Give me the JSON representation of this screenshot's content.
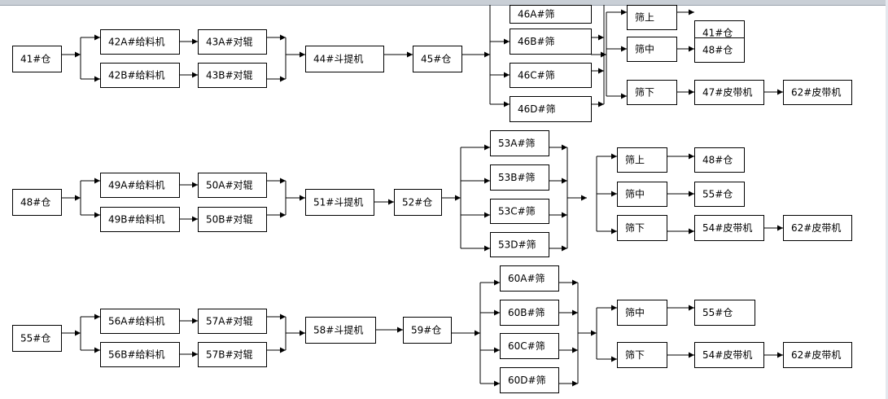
{
  "diagram": {
    "line_color": "#000000",
    "box_fill": "#ffffff",
    "rows": [
      {
        "nodes": [
          {
            "id": "41",
            "label": "41#仓"
          },
          {
            "id": "42a",
            "label": "42A#给料机"
          },
          {
            "id": "42b",
            "label": "42B#给料机"
          },
          {
            "id": "43a",
            "label": "43A#对辊"
          },
          {
            "id": "43b",
            "label": "43B#对辊"
          },
          {
            "id": "44",
            "label": "44#斗提机"
          },
          {
            "id": "45",
            "label": "45#仓"
          },
          {
            "id": "46a",
            "label": "46A#筛"
          },
          {
            "id": "46b",
            "label": "46B#筛"
          },
          {
            "id": "46c",
            "label": "46C#筛"
          },
          {
            "id": "46d",
            "label": "46D#筛"
          },
          {
            "id": "up1",
            "label": "筛上"
          },
          {
            "id": "mid1",
            "label": "筛中"
          },
          {
            "id": "down1",
            "label": "筛下"
          },
          {
            "id": "41b",
            "label": "41#仓"
          },
          {
            "id": "48",
            "label": "48#仓"
          },
          {
            "id": "47",
            "label": "47#皮带机"
          },
          {
            "id": "62a",
            "label": "62#皮带机"
          }
        ]
      },
      {
        "nodes": [
          {
            "id": "48s",
            "label": "48#仓"
          },
          {
            "id": "49a",
            "label": "49A#给料机"
          },
          {
            "id": "49b",
            "label": "49B#给料机"
          },
          {
            "id": "50a",
            "label": "50A#对辊"
          },
          {
            "id": "50b",
            "label": "50B#对辊"
          },
          {
            "id": "51",
            "label": "51#斗提机"
          },
          {
            "id": "52",
            "label": "52#仓"
          },
          {
            "id": "53a",
            "label": "53A#筛"
          },
          {
            "id": "53b",
            "label": "53B#筛"
          },
          {
            "id": "53c",
            "label": "53C#筛"
          },
          {
            "id": "53d",
            "label": "53D#筛"
          },
          {
            "id": "up2",
            "label": "筛上"
          },
          {
            "id": "mid2",
            "label": "筛中"
          },
          {
            "id": "down2",
            "label": "筛下"
          },
          {
            "id": "48b",
            "label": "48#仓"
          },
          {
            "id": "55a",
            "label": "55#仓"
          },
          {
            "id": "54a",
            "label": "54#皮带机"
          },
          {
            "id": "62b",
            "label": "62#皮带机"
          }
        ]
      },
      {
        "nodes": [
          {
            "id": "55s",
            "label": "55#仓"
          },
          {
            "id": "56a",
            "label": "56A#给料机"
          },
          {
            "id": "56b",
            "label": "56B#给料机"
          },
          {
            "id": "57a",
            "label": "57A#对辊"
          },
          {
            "id": "57b",
            "label": "57B#对辊"
          },
          {
            "id": "58",
            "label": "58#斗提机"
          },
          {
            "id": "59",
            "label": "59#仓"
          },
          {
            "id": "60a",
            "label": "60A#筛"
          },
          {
            "id": "60b",
            "label": "60B#筛"
          },
          {
            "id": "60c",
            "label": "60C#筛"
          },
          {
            "id": "60d",
            "label": "60D#筛"
          },
          {
            "id": "mid3",
            "label": "筛中"
          },
          {
            "id": "down3",
            "label": "筛下"
          },
          {
            "id": "55b",
            "label": "55#仓"
          },
          {
            "id": "54b",
            "label": "54#皮带机"
          },
          {
            "id": "62c",
            "label": "62#皮带机"
          }
        ]
      }
    ]
  }
}
